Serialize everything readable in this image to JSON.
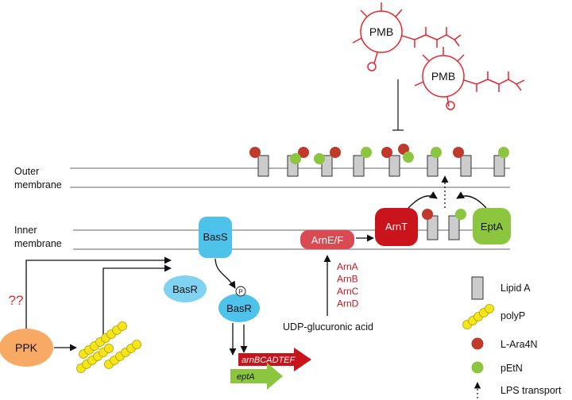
{
  "membranes": {
    "outer": "Outer membrane",
    "inner": "Inner membrane"
  },
  "pmb_label": "PMB",
  "proteins": {
    "bass": "BasS",
    "basr": "BasR",
    "basr_p": "BasR",
    "phospho": "P",
    "arnef": "ArnE/F",
    "arnt": "ArnT",
    "epta": "EptA",
    "ppk": "PPK"
  },
  "unknown_mark": "??",
  "enzymes": [
    "ArnA",
    "ArnB",
    "ArnC",
    "ArnD"
  ],
  "substrate": "UDP-glucuronic acid",
  "genes": {
    "arn": "arnBCADTEF",
    "ept": "eptA"
  },
  "legend": {
    "lipid_a": "Lipid A",
    "polyp": "polyP",
    "ara4n": "L-Ara4N",
    "petn": "pEtN",
    "lps": "LPS transport"
  },
  "colors": {
    "pmb": "#e8262d",
    "ara4n": "#c0392b",
    "petn": "#8cc63f",
    "bass": "#4dc3ec",
    "basr": "#7fd3f0",
    "arnef": "#d94a52",
    "arnt": "#c9141c",
    "epta": "#8cc63f",
    "ppk": "#f8a963",
    "polyp": "#f5e61a",
    "lipid_a": "#cccccc",
    "unknown": "#e8262d"
  }
}
